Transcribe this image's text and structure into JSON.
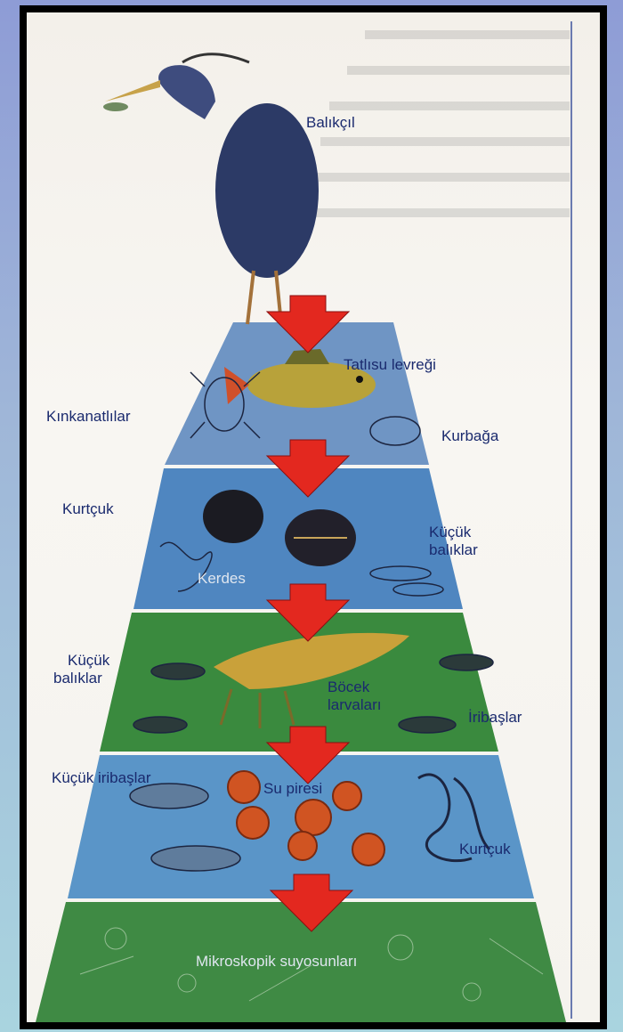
{
  "title": "",
  "levels": [
    {
      "name": "heron-level",
      "labels": [
        "Balıkçıl"
      ]
    },
    {
      "name": "level-1",
      "labels": [
        "Tatlısu levreği",
        "Kınkanatlılar",
        "Kurbağa"
      ]
    },
    {
      "name": "level-2",
      "labels": [
        "Kurtçuk",
        "Küçük balıklar",
        "Kerdes"
      ]
    },
    {
      "name": "level-3",
      "labels": [
        "Küçük balıklar",
        "Böcek larvaları",
        "İribaşlar"
      ]
    },
    {
      "name": "level-4",
      "labels": [
        "Küçük iribaşlar",
        "Su piresi",
        "Kurtçuk"
      ]
    },
    {
      "name": "level-5",
      "labels": [
        "Mikroskopik suyosunları"
      ]
    }
  ],
  "text": {
    "balikcil": "Balıkçıl",
    "tatlisu": "Tatlısu levreği",
    "kinkanatlilar": "Kınkanatlılar",
    "kurbaga": "Kurbağa",
    "kurtcuk_top": "Kurtçuk",
    "kucuk_baliklar_1": "Küçük",
    "kucuk_baliklar_2": "balıklar",
    "kerdes": "Kerdes",
    "kucuk_left_1": "Küçük",
    "kucuk_left_2": "balıklar",
    "bocek_1": "Böcek",
    "bocek_2": "larvaları",
    "iribaslar": "İribaşlar",
    "kucuk_iribaslar": "Küçük iribaşlar",
    "su_piresi": "Su piresi",
    "kurtcuk_bottom": "Kurtçuk",
    "mikroskopik": "Mikroskopik suyosunları"
  },
  "colors": {
    "level1": "#6f95c4",
    "level2": "#4f86c0",
    "level3": "#3a8a3e",
    "level4": "#5a95c8",
    "level5": "#3f8a44",
    "arrow": "#e3281f"
  }
}
